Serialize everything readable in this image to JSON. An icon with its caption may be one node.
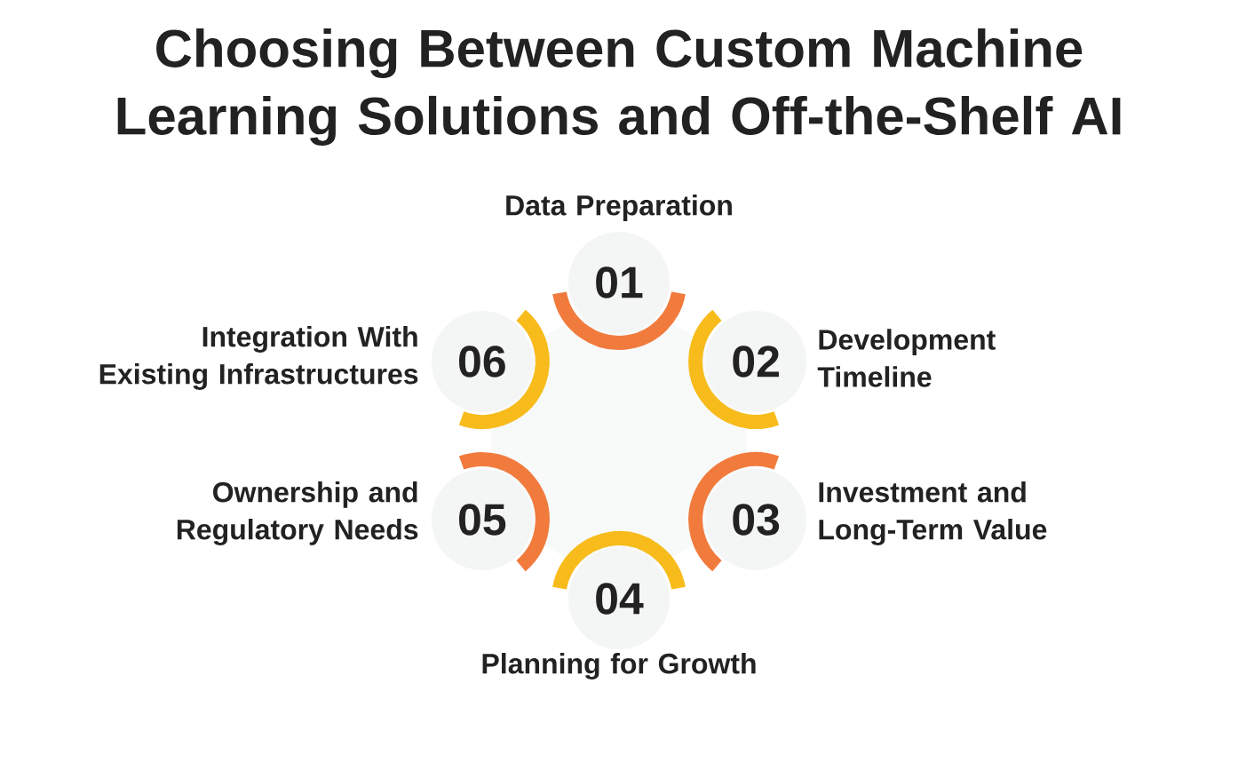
{
  "diagram": {
    "title": "Choosing Between Custom Machine Learning Solutions and Off-the-Shelf AI",
    "nodes": [
      {
        "text": [
          "01"
        ],
        "beside": [
          "Data Preparation"
        ]
      },
      {
        "text": [
          "02"
        ],
        "beside": [
          "Development Timeline"
        ]
      },
      {
        "text": [
          "03"
        ],
        "beside": [
          "Investment and Long-Term Value"
        ]
      },
      {
        "text": [
          "04"
        ],
        "beside": [
          "Planning for Growth"
        ]
      },
      {
        "text": [
          "05"
        ],
        "beside": [
          "Ownership and Regulatory Needs"
        ]
      },
      {
        "text": [
          "06"
        ],
        "beside": [
          "Integration With Existing Infrastructures"
        ]
      }
    ]
  }
}
